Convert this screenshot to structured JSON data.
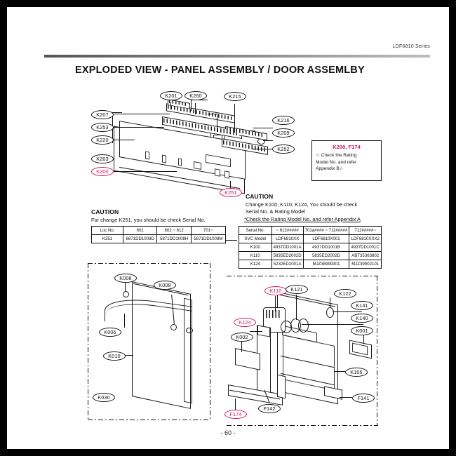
{
  "header": {
    "series": "LDF6810 Series"
  },
  "title": "EXPLODED VIEW - PANEL ASSEMBLY / DOOR ASSEMLBY",
  "page_number": "- 60 -",
  "panel_assembly": {
    "callouts": [
      {
        "id": "K201",
        "color": "black"
      },
      {
        "id": "K207",
        "color": "black"
      },
      {
        "id": "K253",
        "color": "black"
      },
      {
        "id": "K220",
        "color": "black"
      },
      {
        "id": "K203",
        "color": "black"
      },
      {
        "id": "K200",
        "color": "red"
      },
      {
        "id": "K260",
        "color": "black"
      },
      {
        "id": "K215",
        "color": "black"
      },
      {
        "id": "K216",
        "color": "black"
      },
      {
        "id": "K209",
        "color": "black"
      },
      {
        "id": "K252",
        "color": "black"
      },
      {
        "id": "K251",
        "color": "red"
      }
    ]
  },
  "rating_note": {
    "title": "K200, F174",
    "line1": "☆ Check the Rating",
    "line2": "Model No. and refer",
    "line3": "Appendix B☆"
  },
  "caution_left": {
    "heading": "CAUTION",
    "text": "For change K251, you should be check Serial No.",
    "table": {
      "columns": [
        "Loc No.",
        "601",
        "602 ~ 612",
        "701~"
      ],
      "rows": [
        {
          "cells": [
            "K251",
            "6871DD1008D",
            "5871DD1008H",
            "5871DD1008M"
          ]
        }
      ]
    }
  },
  "caution_right": {
    "heading": "CAUTION",
    "line1": "Change K100, K110, K124, You should be check",
    "line2": "Serial No. & Rating Model",
    "line3": "*Check the Rating Model No. and refer Appendix A",
    "table": {
      "columns": [
        "Serial No.",
        "~ 612#####",
        "701a#### ~ 711#####",
        "712#####~"
      ],
      "rows": [
        {
          "cells": [
            "SVC Model",
            "LDF6810XX",
            "LDF6810X001",
            "LDF6810XXX2"
          ]
        },
        {
          "cells": [
            "K100",
            "4937DD1001A",
            "4937DD1001B",
            "4937DD1001C"
          ]
        },
        {
          "cells": [
            "K110",
            "5835ED2002D",
            "5835ED2002D",
            "ABT35363802"
          ]
        },
        {
          "cells": [
            "K124",
            "5232ED2001A",
            "MJZ38999301",
            "MJZ39902101"
          ]
        }
      ]
    }
  },
  "door_assembly_left": {
    "callouts": [
      {
        "id": "K008",
        "color": "black"
      },
      {
        "id": "K008",
        "color": "black"
      },
      {
        "id": "K006",
        "color": "black"
      },
      {
        "id": "K010",
        "color": "black"
      },
      {
        "id": "K030",
        "color": "black"
      }
    ]
  },
  "door_assembly_right": {
    "callouts": [
      {
        "id": "K110",
        "color": "red"
      },
      {
        "id": "K121",
        "color": "black"
      },
      {
        "id": "K122",
        "color": "black"
      },
      {
        "id": "K141",
        "color": "black"
      },
      {
        "id": "K140",
        "color": "black"
      },
      {
        "id": "K001",
        "color": "black"
      },
      {
        "id": "K124",
        "color": "red"
      },
      {
        "id": "K002",
        "color": "black"
      },
      {
        "id": "K105",
        "color": "black"
      },
      {
        "id": "F141",
        "color": "black"
      },
      {
        "id": "F142",
        "color": "black"
      },
      {
        "id": "F174",
        "color": "red"
      }
    ]
  }
}
